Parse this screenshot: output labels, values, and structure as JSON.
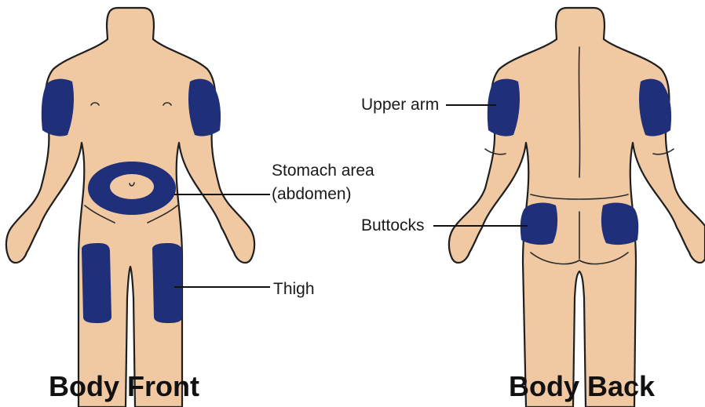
{
  "colors": {
    "skin": "#f0c8a2",
    "outline": "#1f1f1f",
    "injection_zone": "#1f2f7a",
    "text": "#111111",
    "background": "#ffffff"
  },
  "front": {
    "caption": "Body Front",
    "labels": {
      "stomach_line1": "Stomach area",
      "stomach_line2": "(abdomen)",
      "thigh": "Thigh"
    }
  },
  "back": {
    "caption": "Body Back",
    "labels": {
      "upper_arm": "Upper arm",
      "buttocks": "Buttocks"
    }
  }
}
